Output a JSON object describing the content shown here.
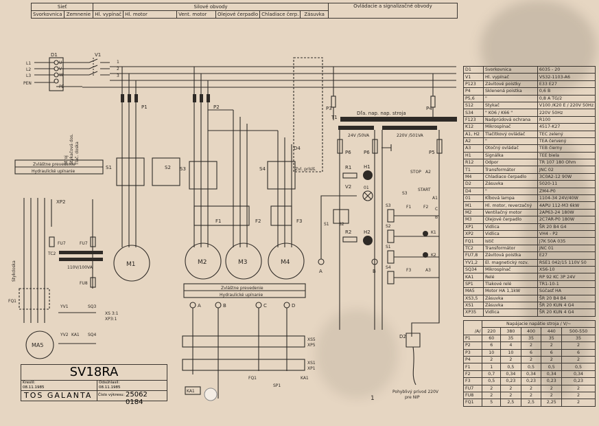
{
  "header": {
    "groups": [
      "Sieť",
      "Silové obvody",
      "Ovládacie a signalizačné obvody"
    ],
    "columns": [
      "Svorkovnica",
      "Zemnenie",
      "Hl. vypínač",
      "Hl. motor",
      "Vent. motor",
      "Olejové čerpadlo",
      "Chladiace čerp.",
      "Zásuvka"
    ]
  },
  "diagram": {
    "labels": {
      "D1": "D1",
      "V1": "V1",
      "L1": "L1",
      "L2": "L2",
      "L3": "L3",
      "PEN": "PEN",
      "U": "U",
      "V": "V",
      "W": "W",
      "PE": "PE",
      "n1": "1",
      "n2": "2",
      "n3": "3",
      "P1": "P1",
      "P2": "P2",
      "P3": "P3",
      "P4": "P4",
      "P5": "P5",
      "P6a": "P6",
      "P6b": "P6",
      "S1": "S1",
      "S2": "S2",
      "S3": "S3",
      "S4": "S4",
      "F1": "F1",
      "F2": "F2",
      "F3": "F3",
      "M1": "M1",
      "M2": "M2",
      "M3": "M3",
      "M4": "M4",
      "MA5": "MA5",
      "T1": "T1",
      "D4": "D4",
      "D2": "D2",
      "R1": "R1",
      "R2": "R2",
      "H1": "H1",
      "H2": "H2",
      "V2": "V2",
      "O1": "01",
      "K1": "K1",
      "K2": "K2",
      "A1": "A1",
      "A2": "A2",
      "A3": "A3",
      "STOP": "STOP",
      "START": "START",
      "A": "A",
      "B": "B",
      "C": "C",
      "D": "D",
      "XP2": "XP2",
      "FU7": "FU7",
      "FU8": "FU8",
      "TC2": "TC2",
      "FQ1": "FQ1",
      "YV1": "YV1",
      "YV2": "YV2",
      "SQ3": "SQ3",
      "SQ4": "SQ4",
      "KA1": "KA1",
      "SP1": "SP1",
      "XS3": "XS 3:1",
      "XP3": "XP3:1",
      "XS5": "XS5",
      "XP5": "XP5",
      "XS1": "XS1",
      "XP1": "XP1",
      "stroj": "Stroj",
      "stykdos": "Stykačová dos.",
      "tlacdoska": "Tlač. doska",
      "stykdoska": "Stykdoska",
      "zvlpris": "Zvl. príslš.",
      "dlanap": "Dľa. nap. nap. stroja",
      "v24": "24V /50VA",
      "v220": "220V /501VA",
      "v110": "110V/100VA",
      "zvl1": "Zvláštne prevedenie",
      "hyd1": "Hydraulické upínanie",
      "zvl2": "Zvláštne prevedenie",
      "hyd2": "Hydraulické upínanie",
      "privod": "Pohyblivý prívod 220V",
      "privod2": "pre NIP",
      "page": "1"
    }
  },
  "parts_table": [
    [
      "D1",
      "Svorkovnica",
      "6035 - 20"
    ],
    [
      "V1",
      "Hl. vypínač",
      "VS32-1103-A6"
    ],
    [
      "P123",
      "Závitové poistky",
      "E33 E27"
    ],
    [
      "P4",
      "Sklenená poistka",
      "0,6 B"
    ],
    [
      "P5,6",
      "\"",
      "0,8 A  TG/2"
    ],
    [
      "S12",
      "Stykač",
      "V100 /K20 E / 220V 50Hz"
    ],
    [
      "S34",
      "\"  K06 / K66 \"",
      "220V 50Hz"
    ],
    [
      "F123",
      "Nadprúdová ochrana",
      "R100"
    ],
    [
      "K12",
      "Mikrospínač",
      "4517-K27"
    ],
    [
      "A1, H2",
      "Tlačítkový ovládač",
      "TEC zelený"
    ],
    [
      "A2",
      "\"",
      "TEA červený"
    ],
    [
      "A3",
      "Otočný ovládač",
      "TEB čierny"
    ],
    [
      "H1",
      "Signálka",
      "TEE biela"
    ],
    [
      "R12",
      "Odpor",
      "TR 107 180 Ohm"
    ],
    [
      "T1",
      "Transformátor",
      "JNC 02"
    ],
    [
      "M4",
      "Chladiace čerpadlo",
      "3C0A2-12 90W"
    ],
    [
      "D2",
      "Zásuvka",
      "5020-11"
    ],
    [
      "D4",
      "\"",
      "ZM4-P0"
    ],
    [
      "01",
      "Kĺbová lampa",
      "1104-34 24V/40W"
    ],
    [
      "M1",
      "Hl. motor, reverzačný",
      "4APU 112-M3 6kW"
    ],
    [
      "M2",
      "Ventilačný motor",
      "2AP63-24 180W"
    ],
    [
      "M3",
      "Olejové čerpadlo",
      "2C7AR-P0 180W"
    ],
    [
      "XP1",
      "Vidlica",
      "ŠR 20 B4 G4"
    ],
    [
      "XP2",
      "Vidlica",
      "VH4 - P2"
    ],
    [
      "FQ1",
      "Istič",
      "J7K 50A 035"
    ],
    [
      "TC2",
      "Transformátor",
      "JNC 01"
    ],
    [
      "FU7,8",
      "Závitová poistka",
      "E27"
    ],
    [
      "YV1,2",
      "El. magnetický rozv.",
      "RSE1 042/15 110V 50"
    ],
    [
      "SQ34",
      "Mikrospínač",
      "XS6-10"
    ],
    [
      "KA1",
      "Relé",
      "RP 92 KC 3P 24V"
    ],
    [
      "SP1",
      "Tlakové relé",
      "TR1-10-1"
    ],
    [
      "MA5",
      "Motor HA 1,1kW",
      "Súčasť HA"
    ],
    [
      "XS3,5",
      "Zásuvka",
      "ŠR 20 B4 B4"
    ],
    [
      "XS1",
      "Zásuvka",
      "ŠR 20 KUN 4 G4"
    ],
    [
      "XP35",
      "Vidlica",
      "ŠR 20 KUN 4 G4"
    ]
  ],
  "fuse_table": {
    "title": "Napájacie napätie stroja / V/~",
    "unit": "/A/",
    "voltages": [
      "220",
      "380",
      "400",
      "440",
      "500-550"
    ],
    "rows": [
      [
        "P1",
        "60",
        "35",
        "35",
        "35",
        "35"
      ],
      [
        "P2",
        "6",
        "4",
        "2",
        "2",
        "2"
      ],
      [
        "P3",
        "10",
        "10",
        "6",
        "6",
        "6"
      ],
      [
        "P4",
        "2",
        "2",
        "2",
        "2",
        "2"
      ],
      [
        "F1",
        "1",
        "0,5",
        "0,5",
        "0,5",
        "0,5"
      ],
      [
        "F2",
        "0,7",
        "0,34",
        "0,34",
        "0,34",
        "0,34"
      ],
      [
        "F3",
        "0,5",
        "0,23",
        "0,23",
        "0,23",
        "0,23"
      ],
      [
        "FU7",
        "2",
        "2",
        "2",
        "2",
        "2"
      ],
      [
        "FU8",
        "2",
        "2",
        "2",
        "2",
        "2"
      ],
      [
        "FQ1",
        "5",
        "2,5",
        "2,5",
        "2,25",
        "2"
      ]
    ]
  },
  "title_block": {
    "drawing": "SV18RA",
    "drawn_label": "Kreslil:",
    "drawn_date": "08.11.1985",
    "approved_label": "Odsúhlasil:",
    "approved_date": "08.11.1985",
    "company": "TOS GALANTA",
    "number_label": "Číslo výkresu:",
    "number": "25062 0184"
  }
}
